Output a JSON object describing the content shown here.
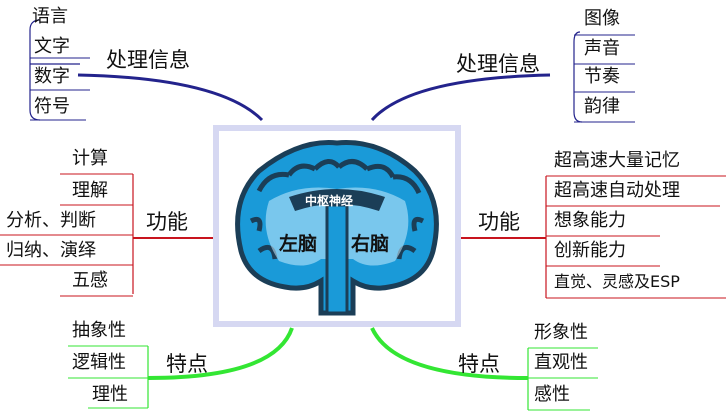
{
  "center": {
    "left_label": "左脑",
    "right_label": "右脑",
    "middle_label": "中枢神经"
  },
  "top_left": {
    "title": "处理信息",
    "items": [
      "语言",
      "文字",
      "数字",
      "符号"
    ]
  },
  "top_right": {
    "title": "处理信息",
    "items": [
      "图像",
      "声音",
      "节奏",
      "韵律"
    ]
  },
  "mid_left": {
    "title": "功能",
    "items": [
      "计算",
      "理解",
      "分析、判断",
      "归纳、演绎",
      "五感"
    ]
  },
  "mid_right": {
    "title": "功能",
    "items": [
      "超高速大量记忆",
      "超高速自动处理",
      "想象能力",
      "创新能力",
      "直觉、灵感及ESP"
    ]
  },
  "bottom_left": {
    "title": "特点",
    "items": [
      "抽象性",
      "逻辑性",
      "理性"
    ]
  },
  "bottom_right": {
    "title": "特点",
    "items": [
      "形象性",
      "直观性",
      "感性"
    ]
  },
  "colors": {
    "blue_branch": "#23238c",
    "red_branch": "#c8141e",
    "green_branch": "#33e633",
    "brain_blue": "#1a9ad8",
    "brain_dark": "#1b3e57",
    "frame": "#c9cbee"
  }
}
